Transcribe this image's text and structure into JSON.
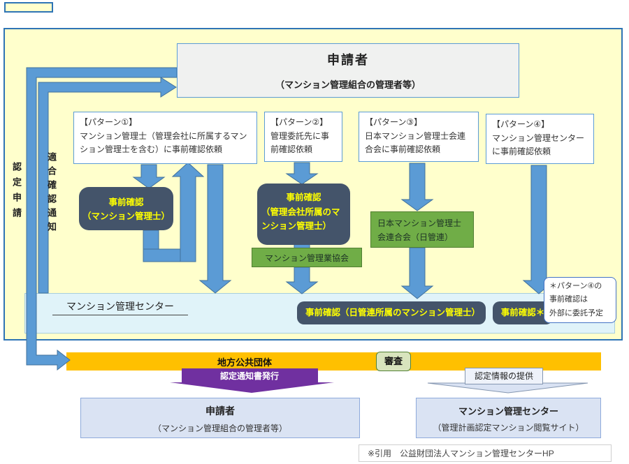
{
  "top_box": {
    "title": "申請者",
    "subtitle": "（マンション管理組合の管理者等）"
  },
  "left_labels": {
    "application": "認定申請",
    "notice": "適合確認通知"
  },
  "patterns": [
    {
      "title": "【パターン①】",
      "body": "マンション管理士（管理会社に所属するマンション管理士を含む）に事前確認依頼"
    },
    {
      "title": "【パターン②】",
      "body": "管理委託先に事前確認依頼"
    },
    {
      "title": "【パターン③】",
      "body": "日本マンション管理士会連合会に事前確認依頼"
    },
    {
      "title": "【パターン④】",
      "body": "マンション管理センターに事前確認依頼"
    }
  ],
  "dark_boxes": {
    "d1_line1": "事前確認",
    "d1_line2": "（マンション管理士）",
    "d2_line1": "事前確認",
    "d2_line2": "（管理会社所属のマンション管理士）",
    "d3": "事前確認（日管連所属のマンション管理士）",
    "d4": "事前確認＊"
  },
  "green_boxes": {
    "kyokai": "マンション管理業協会",
    "nikkanren_line1": "日本マンション管理士",
    "nikkanren_line2": "会連合会（日管連）"
  },
  "center_strip": {
    "label": "マンション管理センター"
  },
  "note_box": {
    "lines": [
      "＊パターン④の",
      "事前確認は",
      "外部に委託予定"
    ]
  },
  "gov_bar": {
    "label": "地方公共団体",
    "review": "審査"
  },
  "purple_arrow": {
    "label": "認定通知書発行"
  },
  "info_arrow": {
    "label": "認定情報の提供"
  },
  "bottom_left": {
    "title": "申請者",
    "subtitle": "（マンション管理組合の管理者等）"
  },
  "bottom_right": {
    "title": "マンション管理センター",
    "subtitle": "（管理計画認定マンション閲覧サイト）"
  },
  "citation": "※引用　公益財団法人マンション管理センターHP",
  "colors": {
    "canvas_yellow": "#FFFFCC",
    "border_blue": "#2E74B5",
    "arrow_blue": "#5B9BD5",
    "dark_navy": "#44546A",
    "highlight_yellow_text": "#FFFF00",
    "green": "#70AD47",
    "strip_blue": "#E0F3F9",
    "orange": "#FFC000",
    "purple": "#7030A0",
    "periwinkle": "#DAE3F3"
  }
}
